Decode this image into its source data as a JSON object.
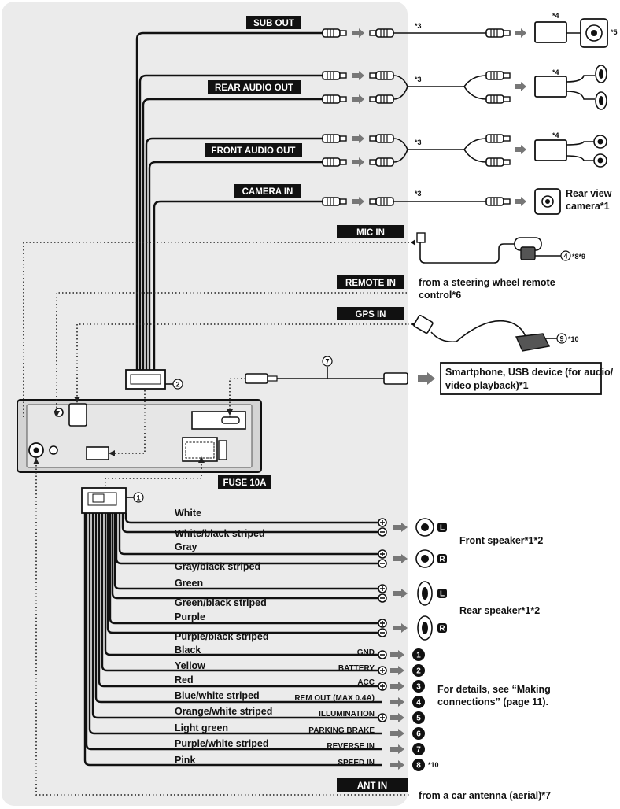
{
  "colors": {
    "panel": "#ebebeb",
    "unit": "#d4d4d4",
    "tag": "#111111",
    "arrow": "#666666"
  },
  "tags": {
    "sub_out": "SUB OUT",
    "rear_audio_out": "REAR AUDIO OUT",
    "front_audio_out": "FRONT AUDIO OUT",
    "camera_in": "CAMERA IN",
    "mic_in": "MIC IN",
    "remote_in": "REMOTE IN",
    "gps_in": "GPS IN",
    "fuse": "FUSE 10A",
    "ant_in": "ANT IN"
  },
  "footnotes": {
    "n1": "*1",
    "n3": "*3",
    "n4": "*4",
    "n5": "*5",
    "n10": "*10"
  },
  "devices": {
    "rear_camera_line1": "Rear view",
    "rear_camera_line2": "camera*1",
    "mic_note": "*8*9",
    "remote_line1": "from a steering wheel remote",
    "remote_line2": "control*6",
    "gps_note": "*10",
    "usb_line1": "Smartphone, USB device (for audio/",
    "usb_line2": "video playback)*1",
    "antenna": "from a car antenna (aerial)*7"
  },
  "callouts": [
    "1",
    "2",
    "4",
    "7",
    "9"
  ],
  "wires": [
    {
      "color": "White",
      "function": ""
    },
    {
      "color": "White/black striped",
      "function": ""
    },
    {
      "color": "Gray",
      "function": ""
    },
    {
      "color": "Gray/black striped",
      "function": ""
    },
    {
      "color": "Green",
      "function": ""
    },
    {
      "color": "Green/black striped",
      "function": ""
    },
    {
      "color": "Purple",
      "function": ""
    },
    {
      "color": "Purple/black striped",
      "function": ""
    },
    {
      "color": "Black",
      "function": "GND"
    },
    {
      "color": "Yellow",
      "function": "BATTERY"
    },
    {
      "color": "Red",
      "function": "ACC"
    },
    {
      "color": "Blue/white striped",
      "function": "REM OUT (MAX 0.4A)"
    },
    {
      "color": "Orange/white striped",
      "function": "ILLUMINATION"
    },
    {
      "color": "Light green",
      "function": "PARKING BRAKE"
    },
    {
      "color": "Purple/white striped",
      "function": "REVERSE IN"
    },
    {
      "color": "Pink",
      "function": "SPEED IN"
    }
  ],
  "speakers": {
    "front": "Front speaker*1*2",
    "rear": "Rear speaker*1*2",
    "left_badge": "L",
    "right_badge": "R"
  },
  "connections": {
    "numbers": [
      "1",
      "2",
      "3",
      "4",
      "5",
      "6",
      "7",
      "8"
    ],
    "details_line1": "For details, see “Making",
    "details_line2": "connections” (page 11).",
    "speed_note": "*10"
  }
}
